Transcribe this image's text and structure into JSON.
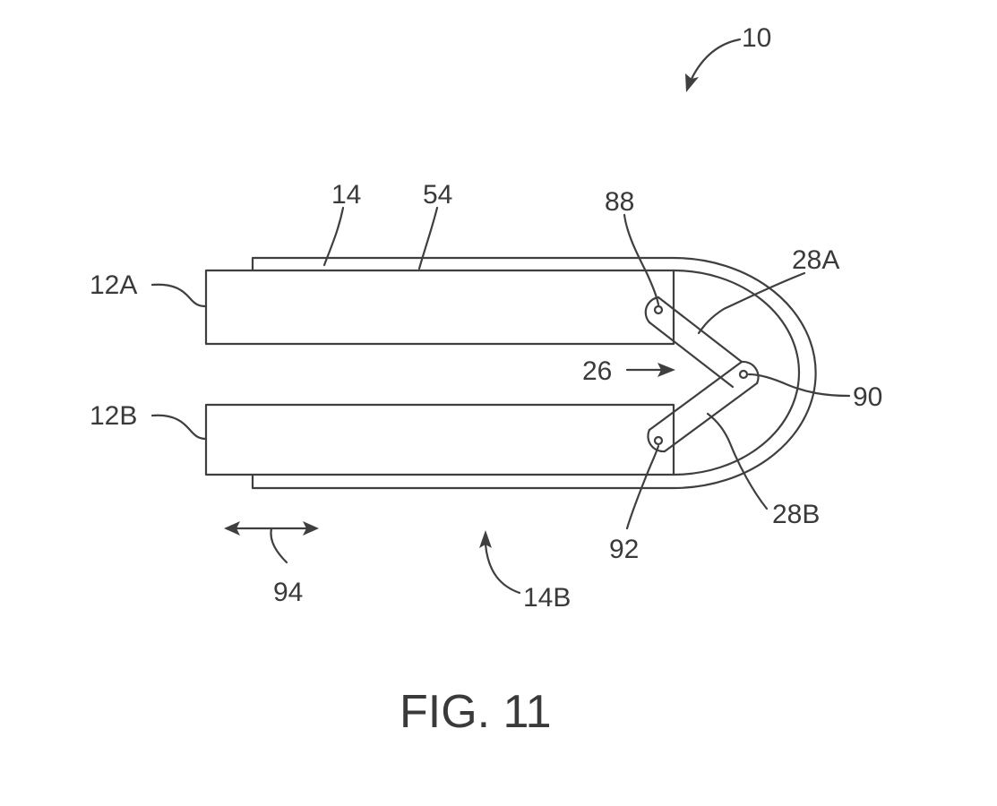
{
  "figure": {
    "caption": "FIG. 11",
    "labels": {
      "device": "10",
      "flexible_cover": "14",
      "cover_portion": "54",
      "housing_a": "12A",
      "housing_b": "12B",
      "hinge_region": "26",
      "link_a": "28A",
      "link_b": "28B",
      "pivot_top": "88",
      "pivot_center": "90",
      "pivot_bottom": "92",
      "sliding_motion": "94",
      "cover_region_b": "14B"
    }
  }
}
